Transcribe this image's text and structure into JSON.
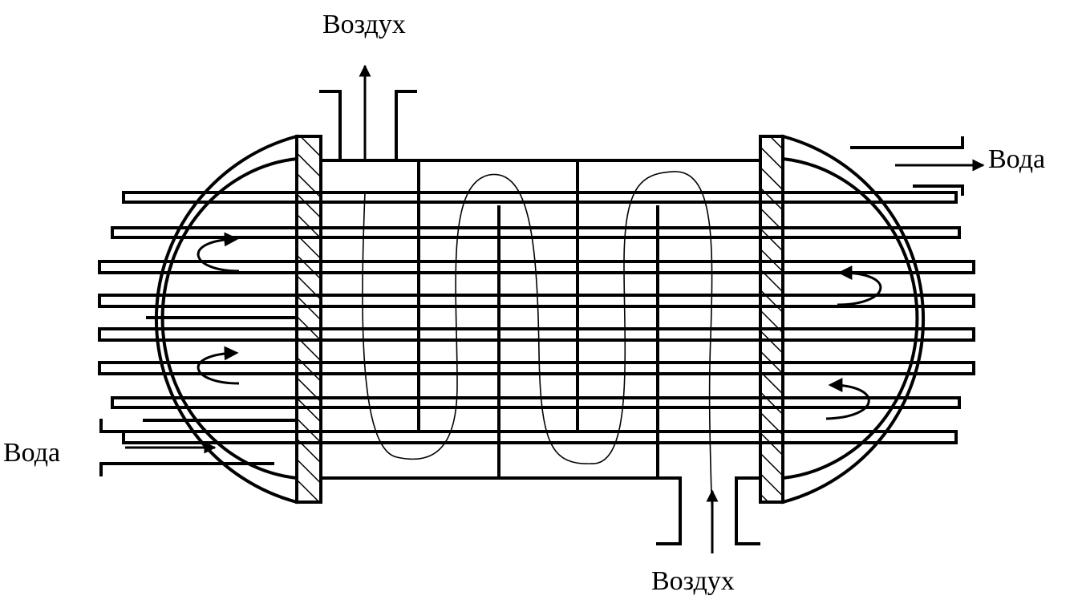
{
  "labels": {
    "air_top": "Воздух",
    "air_bottom": "Воздух",
    "water_left": "Вода",
    "water_right": "Вода"
  },
  "colors": {
    "stroke": "#000000",
    "background": "#ffffff"
  }
}
